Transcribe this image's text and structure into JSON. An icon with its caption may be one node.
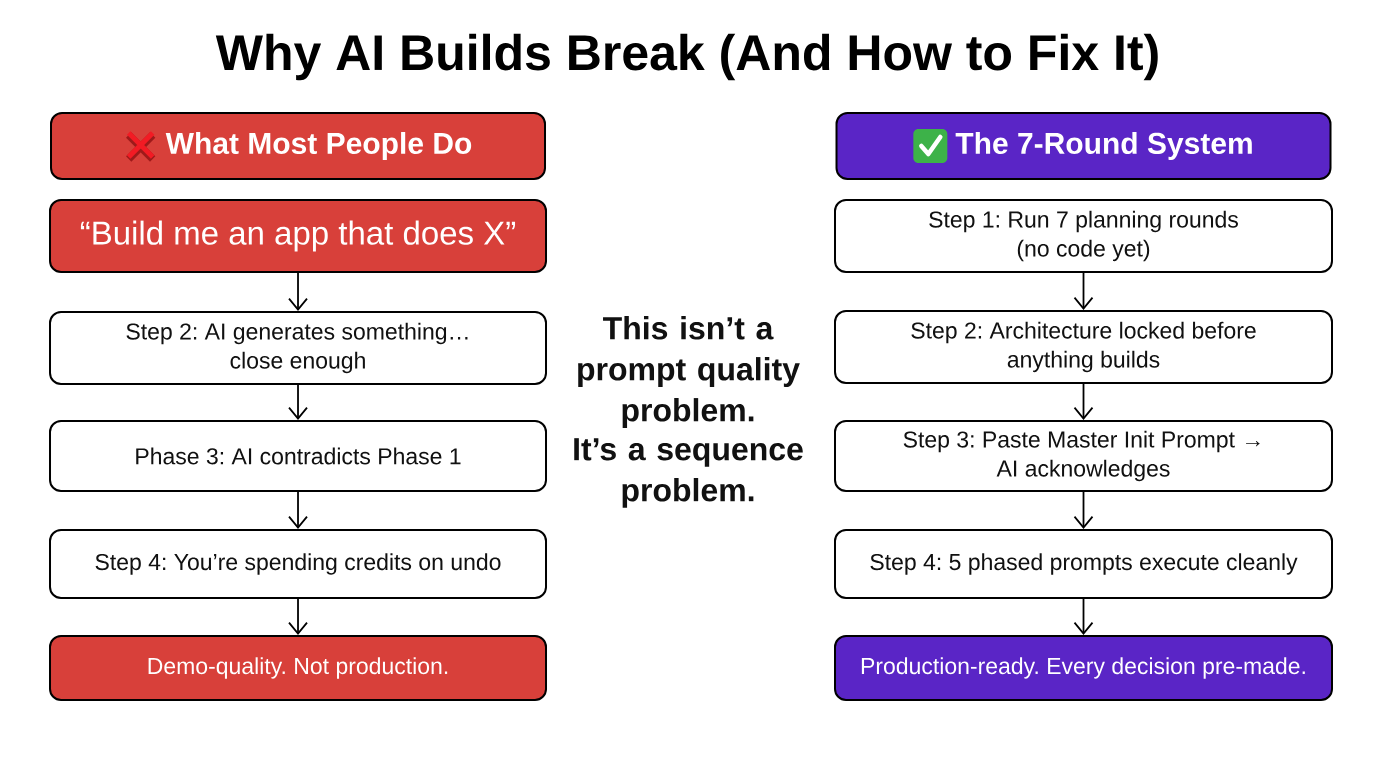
{
  "diagram": {
    "title": "Why AI Builds Break (And How to Fix It)",
    "nodes": [
      {
        "text": [
          "What Most People Do"
        ]
      },
      {
        "text": [
          "“Build me an app that does X”"
        ]
      },
      {
        "text": [
          "Step 2: AI generates something… close enough"
        ]
      },
      {
        "text": [
          "Phase 3: AI contradicts Phase 1"
        ]
      },
      {
        "text": [
          "Step 4: You’re spending credits on undo"
        ]
      },
      {
        "text": [
          "Demo-quality. Not production."
        ]
      },
      {
        "text": [
          "The 7-Round System"
        ]
      },
      {
        "text": [
          "Step 1: Run 7 planning rounds (no code yet)"
        ]
      },
      {
        "text": [
          "Step 2: Architecture locked before anything builds"
        ]
      },
      {
        "text": [
          "Step 3: Paste Master Init Prompt → AI acknowledges"
        ]
      },
      {
        "text": [
          "Step 4: 5 phased prompts execute cleanly"
        ]
      },
      {
        "text": [
          "Production-ready. Every decision pre-made."
        ]
      }
    ],
    "edges": [
      {
        "from": 1,
        "to": 2,
        "arrow": "to"
      },
      {
        "from": 2,
        "to": 3,
        "arrow": "to"
      },
      {
        "from": 3,
        "to": 4,
        "arrow": "to"
      },
      {
        "from": 4,
        "to": 5,
        "arrow": "to"
      },
      {
        "from": 7,
        "to": 8,
        "arrow": "to"
      },
      {
        "from": 8,
        "to": 9,
        "arrow": "to"
      },
      {
        "from": 9,
        "to": 10,
        "arrow": "to"
      },
      {
        "from": 10,
        "to": 11,
        "arrow": "to"
      }
    ],
    "labels": [
      "This isn’t a prompt quality problem.",
      "It’s a sequence problem."
    ]
  }
}
